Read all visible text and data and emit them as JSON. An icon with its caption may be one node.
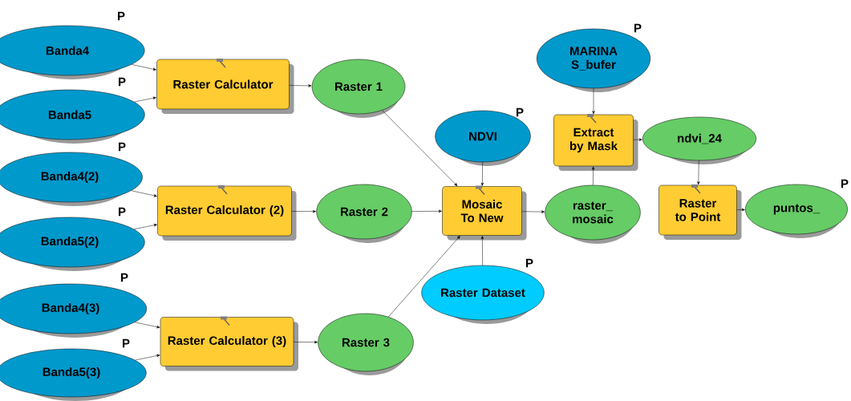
{
  "diagram": {
    "nodes": [
      {
        "text": [
          "Banda4"
        ],
        "beside": [
          "P"
        ]
      },
      {
        "text": [
          "Banda5"
        ],
        "beside": [
          "P"
        ]
      },
      {
        "text": [
          "Banda4(2)"
        ],
        "beside": [
          "P"
        ]
      },
      {
        "text": [
          "Banda5(2)"
        ],
        "beside": [
          "P"
        ]
      },
      {
        "text": [
          "Banda4(3)"
        ],
        "beside": [
          "P"
        ]
      },
      {
        "text": [
          "Banda5(3)"
        ],
        "beside": [
          "P"
        ]
      },
      {
        "text": [
          "Raster Calculator"
        ]
      },
      {
        "text": [
          "Raster Calculator (2)"
        ]
      },
      {
        "text": [
          "Raster Calculator (3)"
        ]
      },
      {
        "text": [
          "Raster 1"
        ]
      },
      {
        "text": [
          "Raster 2"
        ]
      },
      {
        "text": [
          "Raster 3"
        ]
      },
      {
        "text": [
          "NDVI"
        ],
        "beside": [
          "P"
        ]
      },
      {
        "text": [
          "Mosaic To New"
        ]
      },
      {
        "text": [
          "Raster Dataset"
        ],
        "beside": [
          "P"
        ]
      },
      {
        "text": [
          "MARINA S_bufer"
        ],
        "beside": [
          "P"
        ]
      },
      {
        "text": [
          "Extract by Mask"
        ]
      },
      {
        "text": [
          "raster_ mosaic"
        ]
      },
      {
        "text": [
          "ndvi_24"
        ]
      },
      {
        "text": [
          "Raster to Point"
        ]
      },
      {
        "text": [
          "puntos_"
        ],
        "beside": [
          "P"
        ]
      }
    ],
    "edges": [
      {
        "from": 0,
        "to": 6,
        "arrow": "to"
      },
      {
        "from": 1,
        "to": 6,
        "arrow": "to"
      },
      {
        "from": 2,
        "to": 7,
        "arrow": "to"
      },
      {
        "from": 3,
        "to": 7,
        "arrow": "to"
      },
      {
        "from": 4,
        "to": 8,
        "arrow": "to"
      },
      {
        "from": 5,
        "to": 8,
        "arrow": "to"
      },
      {
        "from": 6,
        "to": 9,
        "arrow": "to"
      },
      {
        "from": 7,
        "to": 10,
        "arrow": "to"
      },
      {
        "from": 8,
        "to": 11,
        "arrow": "to"
      },
      {
        "from": 9,
        "to": 13,
        "arrow": "to"
      },
      {
        "from": 10,
        "to": 13,
        "arrow": "to"
      },
      {
        "from": 11,
        "to": 13,
        "arrow": "to"
      },
      {
        "from": 12,
        "to": 13,
        "arrow": "to"
      },
      {
        "from": 14,
        "to": 13,
        "arrow": "to"
      },
      {
        "from": 13,
        "to": 17,
        "arrow": "to"
      },
      {
        "from": 17,
        "to": 16,
        "arrow": "to"
      },
      {
        "from": 15,
        "to": 16,
        "arrow": "to"
      },
      {
        "from": 16,
        "to": 18,
        "arrow": "to"
      },
      {
        "from": 18,
        "to": 19,
        "arrow": "to"
      },
      {
        "from": 19,
        "to": 20,
        "arrow": "to"
      }
    ]
  }
}
